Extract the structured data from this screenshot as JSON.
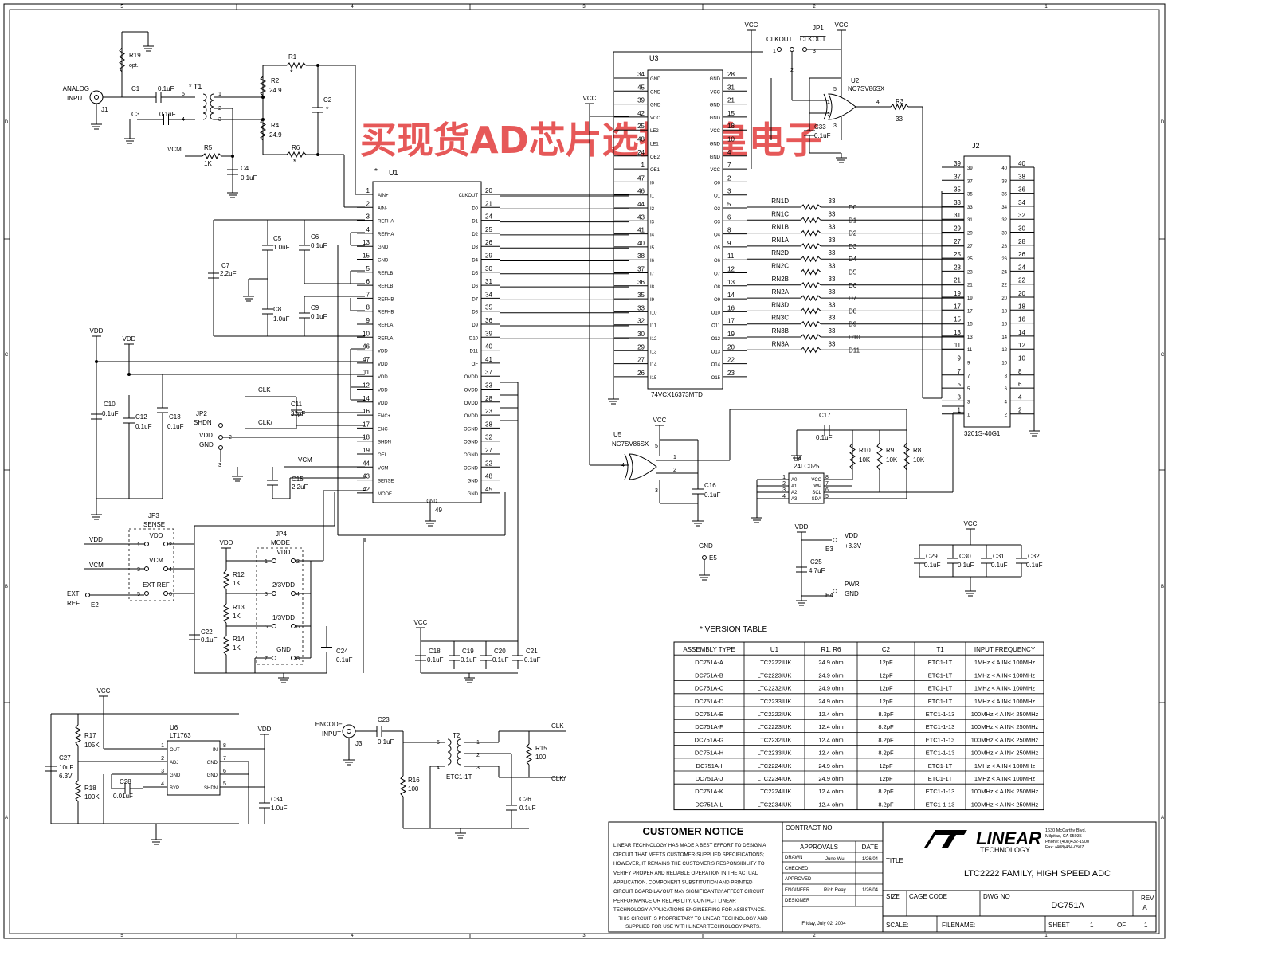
{
  "watermark": "买现货AD芯片选择南皇电子",
  "border": {
    "top_marks": [
      "5",
      "4",
      "3",
      "2",
      "1"
    ],
    "bottom_marks": [
      "5",
      "4",
      "3",
      "2",
      "1"
    ],
    "side_marks": [
      "D",
      "C",
      "B",
      "A"
    ]
  },
  "ic": {
    "u1": {
      "ref": "U1",
      "pins_left": [
        {
          "n": "1",
          "name": "AIN+"
        },
        {
          "n": "2",
          "name": "AIN-"
        },
        {
          "n": "3",
          "name": "REFHA"
        },
        {
          "n": "4",
          "name": "REFHA"
        },
        {
          "n": "13",
          "name": "GND"
        },
        {
          "n": "15",
          "name": "GND"
        },
        {
          "n": "5",
          "name": "REFLB"
        },
        {
          "n": "6",
          "name": "REFLB"
        },
        {
          "n": "7",
          "name": "REFHB"
        },
        {
          "n": "8",
          "name": "REFHB"
        },
        {
          "n": "9",
          "name": "REFLA"
        },
        {
          "n": "10",
          "name": "REFLA"
        },
        {
          "n": "46",
          "name": "VDD"
        },
        {
          "n": "47",
          "name": "VDD"
        },
        {
          "n": "11",
          "name": "VDD"
        },
        {
          "n": "12",
          "name": "VDD"
        },
        {
          "n": "14",
          "name": "VDD"
        },
        {
          "n": "16",
          "name": "ENC+"
        },
        {
          "n": "17",
          "name": "ENC-"
        },
        {
          "n": "18",
          "name": "SHDN"
        },
        {
          "n": "19",
          "name": "OEL"
        },
        {
          "n": "44",
          "name": "VCM"
        },
        {
          "n": "43",
          "name": "SENSE"
        },
        {
          "n": "42",
          "name": "MODE"
        }
      ],
      "pins_right": [
        {
          "n": "20",
          "name": "CLKOUT"
        },
        {
          "n": "21",
          "name": "D0"
        },
        {
          "n": "24",
          "name": "D1"
        },
        {
          "n": "25",
          "name": "D2"
        },
        {
          "n": "26",
          "name": "D3"
        },
        {
          "n": "29",
          "name": "D4"
        },
        {
          "n": "30",
          "name": "D5"
        },
        {
          "n": "31",
          "name": "D6"
        },
        {
          "n": "34",
          "name": "D7"
        },
        {
          "n": "35",
          "name": "D8"
        },
        {
          "n": "36",
          "name": "D9"
        },
        {
          "n": "39",
          "name": "D10"
        },
        {
          "n": "40",
          "name": "D11"
        },
        {
          "n": "41",
          "name": "OF"
        },
        {
          "n": "37",
          "name": "OVDD"
        },
        {
          "n": "33",
          "name": "OVDD"
        },
        {
          "n": "28",
          "name": "OVDD"
        },
        {
          "n": "23",
          "name": "OVDD"
        },
        {
          "n": "38",
          "name": "OGND"
        },
        {
          "n": "32",
          "name": "OGND"
        },
        {
          "n": "27",
          "name": "OGND"
        },
        {
          "n": "22",
          "name": "OGND"
        },
        {
          "n": "48",
          "name": "GND"
        },
        {
          "n": "45",
          "name": "GND"
        }
      ],
      "bottom_name": "GND",
      "bottom_pin": "49"
    },
    "u3": {
      "ref": "U3",
      "part": "74VCX16373MTD",
      "pins_left": [
        {
          "n": "34",
          "name": "GND"
        },
        {
          "n": "45",
          "name": "GND"
        },
        {
          "n": "39",
          "name": "GND"
        },
        {
          "n": "42",
          "name": "VCC"
        },
        {
          "n": "25",
          "name": "LE2"
        },
        {
          "n": "48",
          "name": "LE1"
        },
        {
          "n": "24",
          "name": "OE2"
        },
        {
          "n": "1",
          "name": "OE1"
        },
        {
          "n": "47",
          "name": "I0"
        },
        {
          "n": "46",
          "name": "I1"
        },
        {
          "n": "44",
          "name": "I2"
        },
        {
          "n": "43",
          "name": "I3"
        },
        {
          "n": "41",
          "name": "I4"
        },
        {
          "n": "40",
          "name": "I5"
        },
        {
          "n": "38",
          "name": "I6"
        },
        {
          "n": "37",
          "name": "I7"
        },
        {
          "n": "36",
          "name": "I8"
        },
        {
          "n": "35",
          "name": "I9"
        },
        {
          "n": "33",
          "name": "I10"
        },
        {
          "n": "32",
          "name": "I11"
        },
        {
          "n": "30",
          "name": "I12"
        },
        {
          "n": "29",
          "name": "I13"
        },
        {
          "n": "27",
          "name": "I14"
        },
        {
          "n": "26",
          "name": "I15"
        }
      ],
      "pins_right": [
        {
          "n": "28",
          "name": "GND"
        },
        {
          "n": "31",
          "name": "VCC"
        },
        {
          "n": "21",
          "name": "GND"
        },
        {
          "n": "15",
          "name": "GND"
        },
        {
          "n": "18",
          "name": "VCC"
        },
        {
          "n": "10",
          "name": "GND"
        },
        {
          "n": "4",
          "name": "GND"
        },
        {
          "n": "7",
          "name": "VCC"
        },
        {
          "n": "2",
          "name": "O0"
        },
        {
          "n": "3",
          "name": "O1"
        },
        {
          "n": "5",
          "name": "O2"
        },
        {
          "n": "6",
          "name": "O3"
        },
        {
          "n": "8",
          "name": "O4"
        },
        {
          "n": "9",
          "name": "O5"
        },
        {
          "n": "11",
          "name": "O6"
        },
        {
          "n": "12",
          "name": "O7"
        },
        {
          "n": "13",
          "name": "O8"
        },
        {
          "n": "14",
          "name": "O9"
        },
        {
          "n": "16",
          "name": "O10"
        },
        {
          "n": "17",
          "name": "O11"
        },
        {
          "n": "19",
          "name": "O12"
        },
        {
          "n": "20",
          "name": "O13"
        },
        {
          "n": "22",
          "name": "O14"
        },
        {
          "n": "23",
          "name": "O15"
        }
      ]
    },
    "j2": {
      "ref": "J2",
      "part": "3201S-40G1",
      "left": [
        "39",
        "37",
        "35",
        "33",
        "31",
        "29",
        "27",
        "25",
        "23",
        "21",
        "19",
        "17",
        "15",
        "13",
        "11",
        "9",
        "7",
        "5",
        "3",
        "1"
      ],
      "right": [
        "40",
        "38",
        "36",
        "34",
        "32",
        "30",
        "28",
        "26",
        "24",
        "22",
        "20",
        "18",
        "16",
        "14",
        "12",
        "10",
        "8",
        "6",
        "4",
        "2"
      ]
    },
    "u4": {
      "ref": "U4",
      "part": "24LC025",
      "left": [
        {
          "n": "1",
          "name": "A0"
        },
        {
          "n": "2",
          "name": "A1"
        },
        {
          "n": "3",
          "name": "A2"
        },
        {
          "n": "4",
          "name": "A3"
        }
      ],
      "right": [
        {
          "n": "8",
          "name": "VCC"
        },
        {
          "n": "7",
          "name": "WP"
        },
        {
          "n": "6",
          "name": "SCL"
        },
        {
          "n": "5",
          "name": "SDA"
        }
      ]
    },
    "u6": {
      "ref": "U6",
      "part": "LT1763",
      "left": [
        {
          "n": "1",
          "name": "OUT"
        },
        {
          "n": "2",
          "name": "ADJ"
        },
        {
          "n": "3",
          "name": "GND"
        },
        {
          "n": "4",
          "name": "BYP"
        }
      ],
      "right": [
        {
          "n": "8",
          "name": "IN"
        },
        {
          "n": "7",
          "name": "GND"
        },
        {
          "n": "6",
          "name": "GND"
        },
        {
          "n": "5",
          "name": "SHDN"
        }
      ]
    },
    "u2": {
      "ref": "U2",
      "part": "NC7SV86SX"
    },
    "u5": {
      "ref": "U5",
      "part": "NC7SV86SX"
    }
  },
  "rn": [
    {
      "ref": "RN1D",
      "val": "33",
      "net": "D0"
    },
    {
      "ref": "RN1C",
      "val": "33",
      "net": "D1"
    },
    {
      "ref": "RN1B",
      "val": "33",
      "net": "D2"
    },
    {
      "ref": "RN1A",
      "val": "33",
      "net": "D3"
    },
    {
      "ref": "RN2D",
      "val": "33",
      "net": "D4"
    },
    {
      "ref": "RN2C",
      "val": "33",
      "net": "D5"
    },
    {
      "ref": "RN2B",
      "val": "33",
      "net": "D6"
    },
    {
      "ref": "RN2A",
      "val": "33",
      "net": "D7"
    },
    {
      "ref": "RN3D",
      "val": "33",
      "net": "D8"
    },
    {
      "ref": "RN3C",
      "val": "33",
      "net": "D9"
    },
    {
      "ref": "RN3B",
      "val": "33",
      "net": "D10"
    },
    {
      "ref": "RN3A",
      "val": "33",
      "net": "D11"
    }
  ],
  "labels": {
    "analog_input": "ANALOG",
    "input": "INPUT",
    "j1": "J1",
    "r19": "R19",
    "opt": "opt.",
    "c1": "C1",
    "c1v": "0.1uF",
    "c3": "C3",
    "c3v": "0.1uF",
    "t1": "T1",
    "r1": "R1",
    "r2": "R2",
    "r2v": "24.9",
    "r4": "R4",
    "r4v": "24.9",
    "r6": "R6",
    "c2": "C2",
    "star": "*",
    "vcm": "VCM",
    "r5": "R5",
    "r5v": "1K",
    "c4": "C4",
    "c4v": "0.1uF",
    "c5": "C5",
    "c5v": "1.0uF",
    "c6": "C6",
    "c6v": "0.1uF",
    "c7": "C7",
    "c7v": "2.2uF",
    "c8": "C8",
    "c8v": "1.0uF",
    "c9": "C9",
    "c9v": "0.1uF",
    "vdd": "VDD",
    "vcc": "VCC",
    "gnd": "GND",
    "c10": "C10",
    "c10v": "0.1uF",
    "c12": "C12",
    "c12v": "0.1uF",
    "c13": "C13",
    "c13v": "0.1uF",
    "clk": "CLK",
    "clkn": "CLK/",
    "c11": "C11",
    "c11v": "33pF",
    "jp2": "JP2",
    "shdn": "SHDN",
    "c15": "C15",
    "c15v": "2.2uF",
    "jp3": "JP3",
    "sense": "SENSE",
    "ext_ref": "EXT REF",
    "ext": "EXT",
    "ref": "REF",
    "e2": "E2",
    "jp4": "JP4",
    "mode": "MODE",
    "r12": "R12",
    "r12v": "1K",
    "r13": "R13",
    "r13v": "1K",
    "r14": "R14",
    "r14v": "1K",
    "c22": "C22",
    "c22v": "0.1uF",
    "two_thirds": "2/3VDD",
    "one_third": "1/3VDD",
    "c24": "C24",
    "c24v": "0.1uF",
    "c18": "C18",
    "c19": "C19",
    "c20": "C20",
    "c21": "C21",
    "c1821v": "0.1uF",
    "jp1": "JP1",
    "clkout": "CLKOUT",
    "clkoutn": "CLKOUT",
    "r3": "R3",
    "r3v": "33",
    "c33": "C33",
    "c33v": "0.1uF",
    "c17": "C17",
    "c17v": "0.1uF",
    "r10": "R10",
    "r9": "R9",
    "r8": "R8",
    "r10kv": "10K",
    "c16": "C16",
    "c16v": "0.1uF",
    "e5": "E5",
    "e3": "E3",
    "e4": "E4",
    "v33": "+3.3V",
    "pwr": "PWR",
    "c25": "C25",
    "c25v": "4.7uF",
    "c29": "C29",
    "c30": "C30",
    "c31": "C31",
    "c32": "C32",
    "cxv": "0.1uF",
    "r17": "R17",
    "r17v": "105K",
    "r18": "R18",
    "r18v": "100K",
    "c27": "C27",
    "c27v": "10uF",
    "c27v2": "6.3V",
    "c28": "C28",
    "c28v": "0.01uF",
    "c34": "C34",
    "c34v": "1.0uF",
    "encode": "ENCODE",
    "j3": "J3",
    "c23": "C23",
    "c23v": "0.1uF",
    "t2": "T2",
    "etc": "ETC1-1T",
    "r16": "R16",
    "r16v": "100",
    "r15": "R15",
    "r15v": "100",
    "c26": "C26",
    "c26v": "0.1uF"
  },
  "version_table": {
    "title": "VERSION TABLE",
    "headers": [
      "ASSEMBLY TYPE",
      "U1",
      "R1, R6",
      "C2",
      "T1",
      "INPUT FREQUENCY"
    ],
    "rows": [
      [
        "DC751A-A",
        "LTC2222IUK",
        "24.9 ohm",
        "12pF",
        "ETC1-1T",
        "1MHz < A IN< 100MHz"
      ],
      [
        "DC751A-B",
        "LTC2223IUK",
        "24.9 ohm",
        "12pF",
        "ETC1-1T",
        "1MHz < A IN< 100MHz"
      ],
      [
        "DC751A-C",
        "LTC2232IUK",
        "24.9 ohm",
        "12pF",
        "ETC1-1T",
        "1MHz < A IN< 100MHz"
      ],
      [
        "DC751A-D",
        "LTC2233IUK",
        "24.9 ohm",
        "12pF",
        "ETC1-1T",
        "1MHz < A IN< 100MHz"
      ],
      [
        "DC751A-E",
        "LTC2222IUK",
        "12.4 ohm",
        "8.2pF",
        "ETC1-1-13",
        "100MHz < A IN< 250MHz"
      ],
      [
        "DC751A-F",
        "LTC2223IUK",
        "12.4 ohm",
        "8.2pF",
        "ETC1-1-13",
        "100MHz < A IN< 250MHz"
      ],
      [
        "DC751A-G",
        "LTC2232IUK",
        "12.4 ohm",
        "8.2pF",
        "ETC1-1-13",
        "100MHz < A IN< 250MHz"
      ],
      [
        "DC751A-H",
        "LTC2233IUK",
        "12.4 ohm",
        "8.2pF",
        "ETC1-1-13",
        "100MHz < A IN< 250MHz"
      ],
      [
        "DC751A-I",
        "LTC2224IUK",
        "24.9 ohm",
        "12pF",
        "ETC1-1T",
        "1MHz < A IN< 100MHz"
      ],
      [
        "DC751A-J",
        "LTC2234IUK",
        "24.9 ohm",
        "12pF",
        "ETC1-1T",
        "1MHz < A IN< 100MHz"
      ],
      [
        "DC751A-K",
        "LTC2224IUK",
        "12.4 ohm",
        "8.2pF",
        "ETC1-1-13",
        "100MHz < A IN< 250MHz"
      ],
      [
        "DC751A-L",
        "LTC2234IUK",
        "12.4 ohm",
        "8.2pF",
        "ETC1-1-13",
        "100MHz < A IN< 250MHz"
      ]
    ]
  },
  "title_block": {
    "notice_title": "CUSTOMER NOTICE",
    "notice_lines": [
      "LINEAR TECHNOLOGY HAS MADE A BEST EFFORT TO DESIGN A",
      "CIRCUIT THAT MEETS CUSTOMER-SUPPLIED SPECIFICATIONS;",
      "HOWEVER, IT REMAINS THE CUSTOMER'S RESPONSIBILITY TO",
      "VERIFY PROPER AND RELIABLE OPERATION IN THE ACTUAL",
      "APPLICATION. COMPONENT SUBSTITUTION AND PRINTED",
      "CIRCUIT BOARD LAYOUT MAY SIGNIFICANTLY AFFECT CIRCUIT",
      "PERFORMANCE OR RELIABILITY. CONTACT LINEAR",
      "TECHNOLOGY APPLICATIONS ENGINEERING FOR ASSISTANCE."
    ],
    "proprietary_lines": [
      "THIS CIRCUIT IS PROPRIETARY TO LINEAR TECHNOLOGY AND",
      "SUPPLIED FOR USE WITH LINEAR TECHNOLOGY PARTS."
    ],
    "contract_no": "CONTRACT NO.",
    "approvals": "APPROVALS",
    "date": "DATE",
    "drawn": "DRAWN",
    "drawn_by": "June Wu",
    "drawn_date": "1/26/04",
    "checked": "CHECKED",
    "approved": "APPROVED",
    "engineer": "ENGINEER",
    "engineer_by": "Rich Reay",
    "engineer_date": "1/26/04",
    "designer": "DESIGNER",
    "print_date": "Friday, July 02, 2004",
    "logo_text": "LINEAR",
    "logo_sub": "TECHNOLOGY",
    "address": [
      "1630 McCarthy Blvd.",
      "Milpitas, CA 95035",
      "Phone: (408)432-1900",
      "Fax: (408)434-0507"
    ],
    "title_label": "TITLE",
    "title": "LTC2222 FAMILY, HIGH SPEED ADC",
    "size": "SIZE",
    "cage": "CAGE CODE",
    "dwg_no": "DWG NO",
    "dwg": "DC751A",
    "rev": "REV",
    "rev_val": "A",
    "scale": "SCALE:",
    "filename": "FILENAME:",
    "sheet": "SHEET",
    "sheet_no": "1",
    "of": "OF",
    "of_no": "1"
  }
}
